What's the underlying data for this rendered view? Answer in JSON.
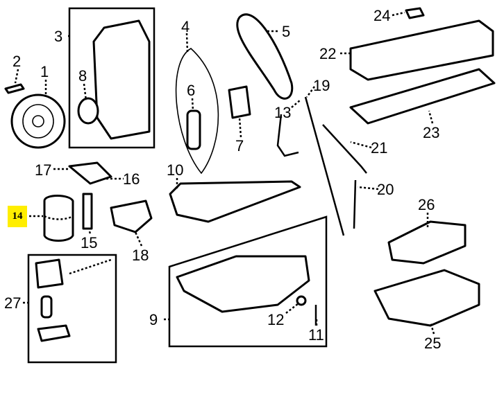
{
  "diagram": {
    "highlighted_callout": "14",
    "highlight_color": "#ffee00",
    "callouts": {
      "c1": "1",
      "c2": "2",
      "c3": "3",
      "c4": "4",
      "c5": "5",
      "c6": "6",
      "c7": "7",
      "c8": "8",
      "c9": "9",
      "c10": "10",
      "c11": "11",
      "c12": "12",
      "c13": "13",
      "c14": "14",
      "c15": "15",
      "c16": "16",
      "c17": "17",
      "c18": "18",
      "c19": "19",
      "c20": "20",
      "c21": "21",
      "c22": "22",
      "c23": "23",
      "c24": "24",
      "c25": "25",
      "c26": "26",
      "c27": "27"
    }
  }
}
